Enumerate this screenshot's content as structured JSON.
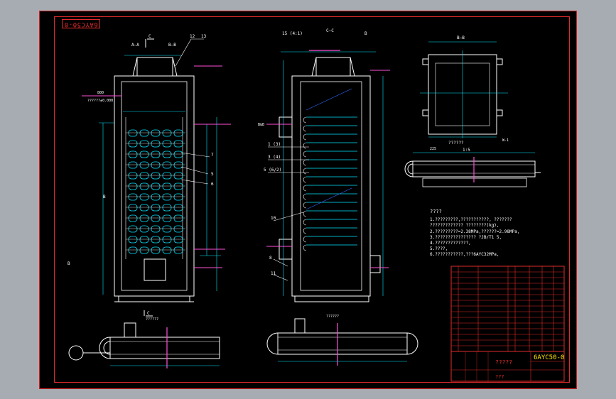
{
  "drawing": {
    "stamp_code": "6AYC50-0",
    "colors": {
      "background": "#000000",
      "frame": "#e12b2b",
      "outline": "#ffffff",
      "dimension": "#00e5ff",
      "section": "#ff4fd8",
      "leader": "#2f6bff",
      "note": "#ffffff",
      "accent": "#ffe400"
    }
  },
  "views": {
    "front": {
      "section_a": "A—A",
      "section_b": "B—B",
      "tag_c_top": "C",
      "tag_c_bottom": "C",
      "label_12": "12",
      "label_13": "13",
      "side_dim": "800",
      "side_ref": "??????±0.000",
      "balloon_7": "7",
      "balloon_5": "5",
      "balloon_6": "6",
      "label_b1": "B",
      "label_b2": "B"
    },
    "side": {
      "section_cc": "C—C",
      "label_b": "B",
      "label_15": "15 (4:1)",
      "balloon_1": "1 (3)",
      "balloon_3": "3 (4)",
      "balloon_5": "5 (6/2)",
      "balloon_10": "10",
      "balloon_8": "8",
      "balloon_11": "11",
      "label_ref": "B&B"
    },
    "detail_bb": {
      "title": "B—B"
    },
    "coil_right": {
      "title": "??????",
      "scale": "1:5",
      "label_225": "225",
      "label_w": "W-1"
    },
    "coil_bottom_left": {
      "label": "??????"
    },
    "coil_bottom_mid": {
      "label": "??????"
    }
  },
  "notes": {
    "title": "????",
    "lines": [
      "1.?????????,???????????, ???????",
      "  ????????????? ????????(kg),",
      "2.?????????=2.38MPa,??????=2.98MPa,",
      "3.???????????????? ?JB/T1 5,",
      "4.?????????????,",
      "5.????,",
      "6.???????????,???6AYC32MPa,"
    ]
  },
  "title_block": {
    "drawing_number": "6AYC50-0",
    "drawing_name": "?????",
    "company": "???"
  }
}
